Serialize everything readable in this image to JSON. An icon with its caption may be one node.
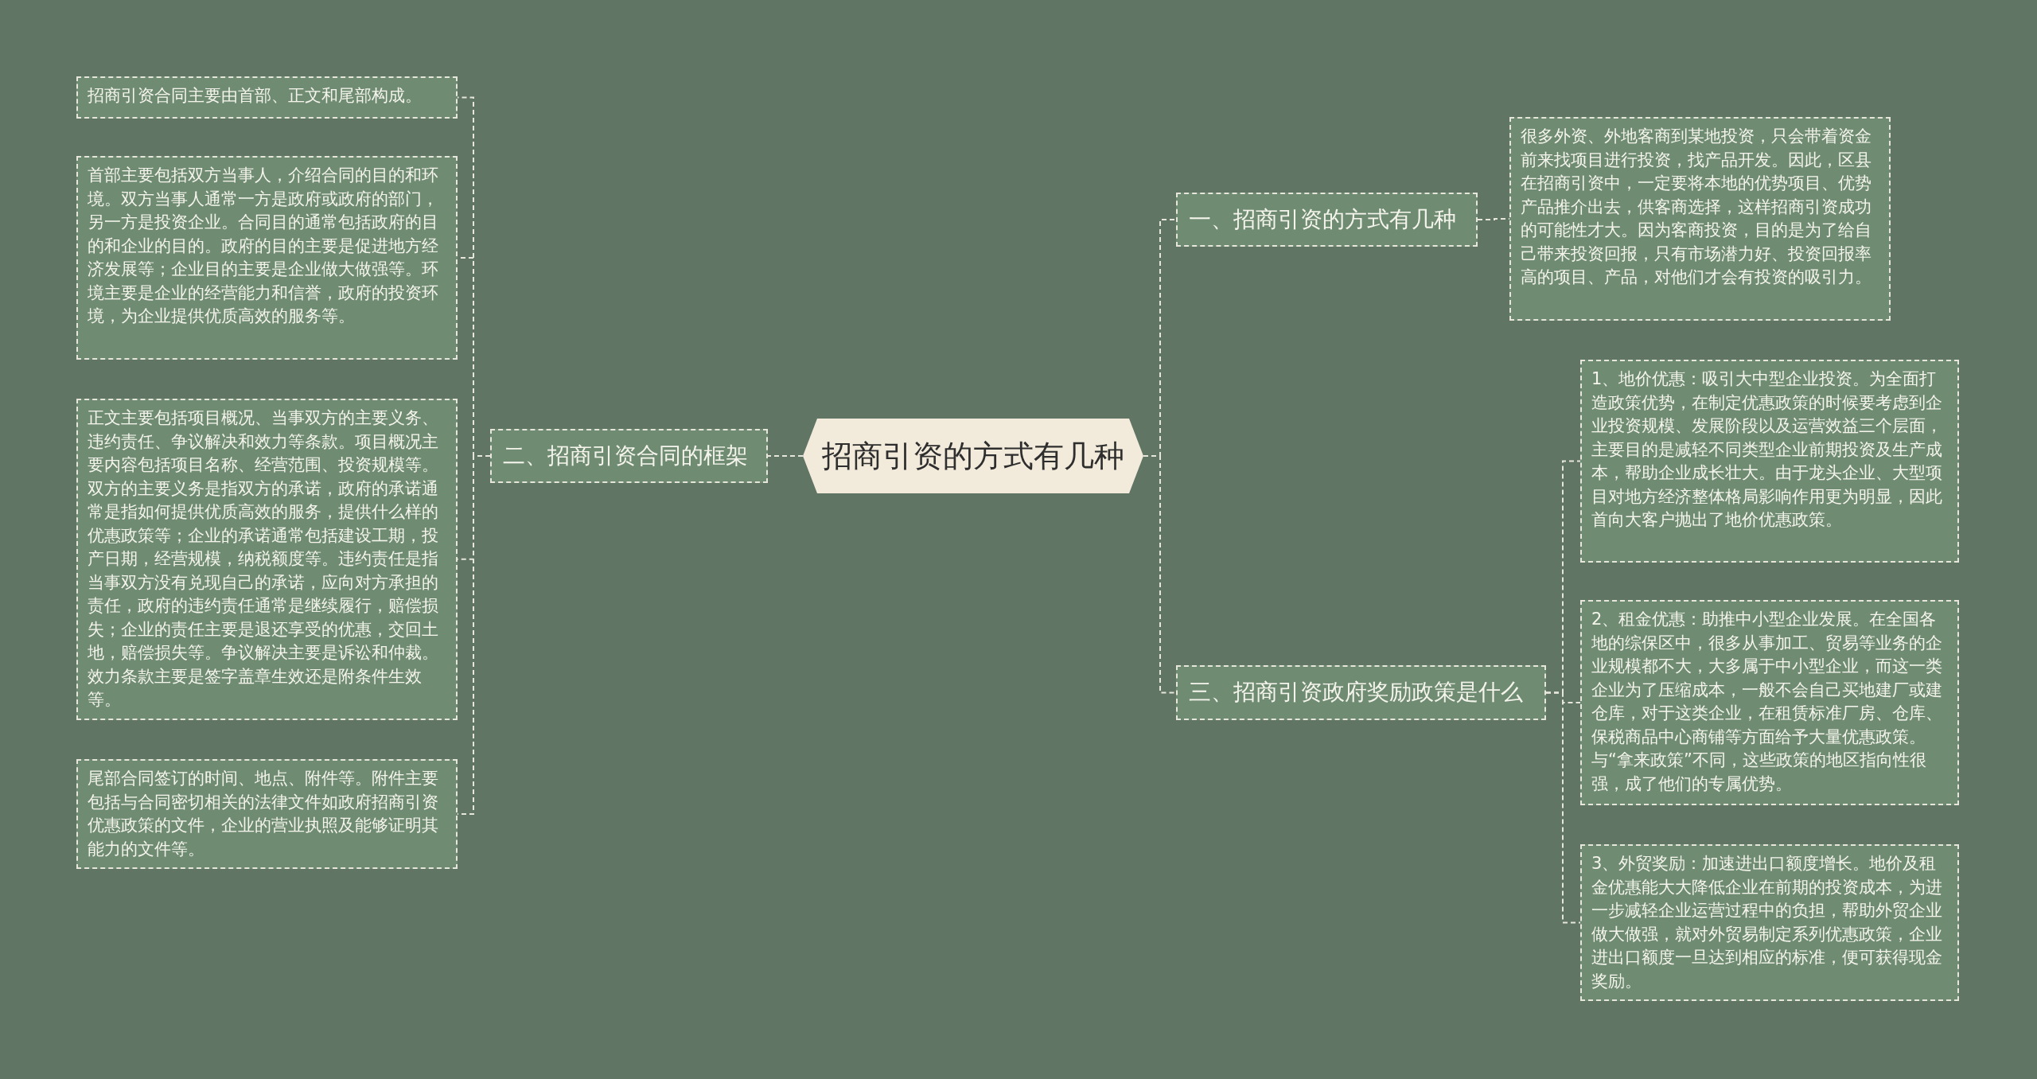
{
  "diagram": {
    "nodes": [
      {
        "text": [
          "招商引资的方式有几种"
        ]
      },
      {
        "text": [
          "一、招商引资的方式有几种"
        ]
      },
      {
        "text": [
          "很多外资、外地客商到某地投资，只会带着资金前来找项目进行投资，找产品开发。因此，区县在招商引资中，一定要将本地的优势项目、优势产品推介出去，供客商选择，这样招商引资成功的可能性才大。因为客商投资，目的是为了给自己带来投资回报，只有市场潜力好、投资回报率高的项目、产品，对他们才会有投资的吸引力。"
        ]
      },
      {
        "text": [
          "二、招商引资合同的框架"
        ]
      },
      {
        "text": [
          "招商引资合同主要由首部、正文和尾部构成。"
        ]
      },
      {
        "text": [
          "首部主要包括双方当事人，介绍合同的目的和环境。双方当事人通常一方是政府或政府的部门，另一方是投资企业。合同目的通常包括政府的目的和企业的目的。政府的目的主要是促进地方经济发展等；企业目的主要是企业做大做强等。环境主要是企业的经营能力和信誉，政府的投资环境，为企业提供优质高效的服务等。"
        ]
      },
      {
        "text": [
          "正文主要包括项目概况、当事双方的主要义务、违约责任、争议解决和效力等条款。项目概况主要内容包括项目名称、经营范围、投资规模等。双方的主要义务是指双方的承诺，政府的承诺通常是指如何提供优质高效的服务，提供什么样的优惠政策等；企业的承诺通常包括建设工期，投产日期，经营规模，纳税额度等。违约责任是指当事双方没有兑现自己的承诺，应向对方承担的责任，政府的违约责任通常是继续履行，赔偿损失；企业的责任主要是退还享受的优惠，交回土地，赔偿损失等。争议解决主要是诉讼和仲裁。效力条款主要是签字盖章生效还是附条件生效等。"
        ]
      },
      {
        "text": [
          "尾部合同签订的时间、地点、附件等。附件主要包括与合同密切相关的法律文件如政府招商引资优惠政策的文件，企业的营业执照及能够证明其能力的文件等。"
        ]
      },
      {
        "text": [
          "三、招商引资政府奖励政策是什么"
        ]
      },
      {
        "text": [
          "1、地价优惠：吸引大中型企业投资。为全面打造政策优势，在制定优惠政策的时候要考虑到企业投资规模、发展阶段以及运营效益三个层面，主要目的是减轻不同类型企业前期投资及生产成本，帮助企业成长壮大。由于龙头企业、大型项目对地方经济整体格局影响作用更为明显，因此首向大客户抛出了地价优惠政策。"
        ]
      },
      {
        "text": [
          "2、租金优惠：助推中小型企业发展。在全国各地的综保区中，很多从事加工、贸易等业务的企业规模都不大，大多属于中小型企业，而这一类企业为了压缩成本，一般不会自己买地建厂或建仓库，对于这类企业，在租赁标准厂房、仓库、保税商品中心商铺等方面给予大量优惠政策。与“拿来政策”不同，这些政策的地区指向性很强，成了他们的专属优势。"
        ]
      },
      {
        "text": [
          "3、外贸奖励：加速进出口额度增长。地价及租金优惠能大大降低企业在前期的投资成本，为进一步减轻企业运营过程中的负担，帮助外贸企业做大做强，就对外贸易制定系列优惠政策，企业进出口额度一旦达到相应的标准，便可获得现金奖励。"
        ]
      }
    ],
    "edges": [
      {
        "from": 0,
        "to": 1,
        "arrow": "none"
      },
      {
        "from": 0,
        "to": 3,
        "arrow": "none"
      },
      {
        "from": 0,
        "to": 8,
        "arrow": "none"
      },
      {
        "from": 1,
        "to": 2,
        "arrow": "none"
      },
      {
        "from": 3,
        "to": 4,
        "arrow": "none"
      },
      {
        "from": 3,
        "to": 5,
        "arrow": "none"
      },
      {
        "from": 3,
        "to": 6,
        "arrow": "none"
      },
      {
        "from": 3,
        "to": 7,
        "arrow": "none"
      },
      {
        "from": 8,
        "to": 9,
        "arrow": "none"
      },
      {
        "from": 8,
        "to": 10,
        "arrow": "none"
      },
      {
        "from": 8,
        "to": 11,
        "arrow": "none"
      }
    ]
  }
}
